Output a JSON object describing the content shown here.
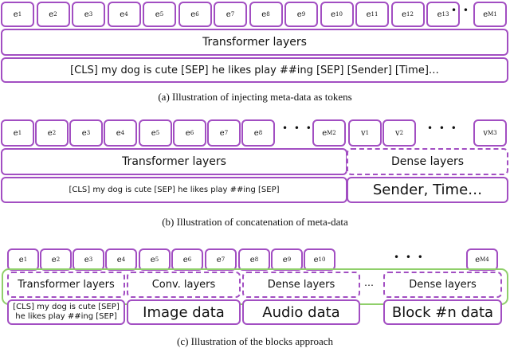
{
  "panel_a": {
    "tokens": [
      "e1",
      "e2",
      "e3",
      "e4",
      "e5",
      "e6",
      "e7",
      "e8",
      "e9",
      "e10",
      "e11",
      "e12",
      "e13",
      "…",
      "eM1"
    ],
    "layer": "Transformer layers",
    "input": "[CLS] my dog is cute [SEP] he likes play ##ing [SEP] [Sender] [Time]…",
    "caption": "(a) Illustration of injecting meta-data as tokens"
  },
  "panel_b": {
    "tokens": [
      "e1",
      "e2",
      "e3",
      "e4",
      "e5",
      "e6",
      "e7",
      "e8",
      "…",
      "eM2",
      "v1",
      "v2",
      "…",
      "vM3"
    ],
    "layer_left": "Transformer layers",
    "layer_right": "Dense layers",
    "input_left": "[CLS] my dog is cute [SEP] he likes play ##ing [SEP]",
    "input_right": "Sender, Time…",
    "caption": "(b) Illustration of concatenation of meta-data"
  },
  "panel_c": {
    "tokens": [
      "e1",
      "e2",
      "e3",
      "e4",
      "e5",
      "e6",
      "e7",
      "e8",
      "e9",
      "e10",
      "…",
      "eM4"
    ],
    "layers": [
      "Transformer layers",
      "Conv. layers",
      "Dense layers",
      "…",
      "Dense layers"
    ],
    "inputs": [
      "[CLS] my dog is cute [SEP]\nhe likes play ##ing [SEP]",
      "Image data",
      "Audio data",
      "Block #n data"
    ],
    "caption": "(c) Illustration of the blocks approach"
  },
  "colors": {
    "box_border": "#a24ec2",
    "block_outline": "#8fcf6a"
  }
}
